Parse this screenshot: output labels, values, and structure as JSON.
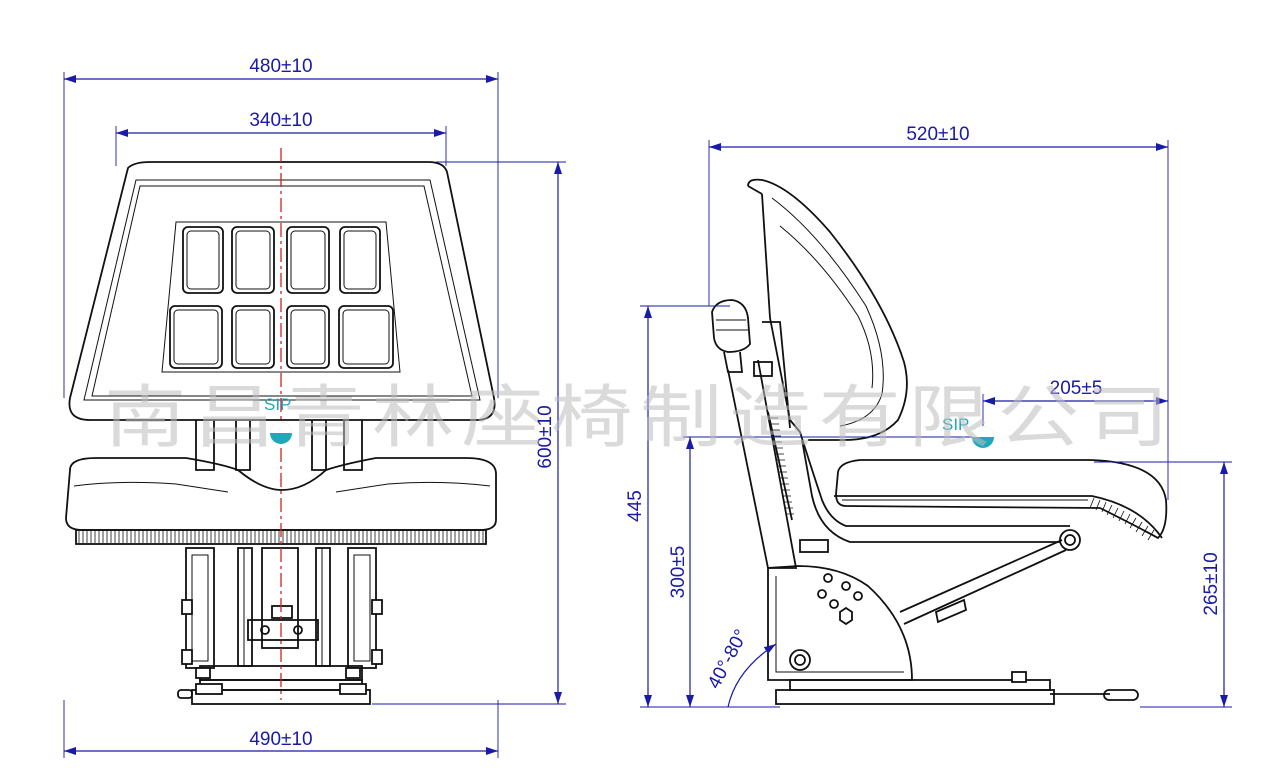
{
  "watermark": "南昌青林座椅制造有限公司",
  "sip_label": "SIP",
  "front_view": {
    "overall_width": "480±10",
    "backrest_width": "340±10",
    "base_width": "490±10",
    "overall_height": "600±10"
  },
  "side_view": {
    "overall_depth": "520±10",
    "sip_offset": "205±5",
    "height_445": "445",
    "sip_height": "300±5",
    "seat_height": "265±10",
    "backrest_angle": "40°-80°"
  },
  "colors": {
    "dimension": "#1a1aa8",
    "outline": "#111111",
    "centerline": "#d42020",
    "sip_marker": "#20a8b8",
    "watermark": "#bdbdbd"
  }
}
